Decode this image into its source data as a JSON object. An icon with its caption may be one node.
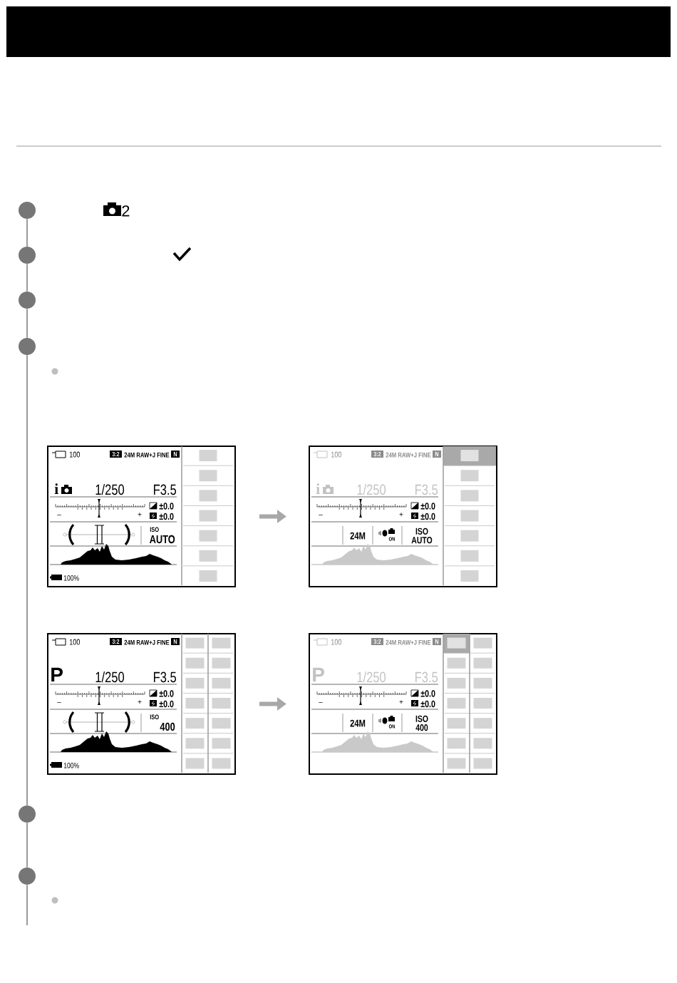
{
  "diagram": {
    "nodes": [
      {
        "text": [],
        "shape": "circle"
      },
      {
        "text": [],
        "shape": "circle"
      },
      {
        "text": [],
        "shape": "circle"
      },
      {
        "text": [],
        "shape": "circle"
      },
      {
        "text": [
          "100",
          "3:2",
          "24M RAW+J FINE",
          "N",
          "i",
          "1/250",
          "F3.5",
          "–",
          "+",
          "±0.0",
          "±0.0",
          "ISO",
          "AUTO",
          "100%"
        ]
      },
      {
        "text": [],
        "shape": "picture",
        "in": 4
      },
      {
        "text": [
          "100",
          "3:2",
          "24M RAW+J FINE",
          "N",
          "i",
          "1/250",
          "F3.5",
          "–",
          "+",
          "±0.0",
          "±0.0",
          "24M",
          "ON",
          "ISO AUTO"
        ]
      },
      {
        "text": [],
        "shape": "picture",
        "in": 6
      },
      {
        "text": [
          "100",
          "3:2",
          "24M RAW+J FINE",
          "N",
          "P",
          "1/250",
          "F3.5",
          "–",
          "+",
          "±0.0",
          "±0.0",
          "ISO",
          "400",
          "100%"
        ]
      },
      {
        "text": [],
        "shape": "picture",
        "in": 8
      },
      {
        "text": [
          "100",
          "3:2",
          "24M RAW+J FINE",
          "N",
          "P",
          "1/250",
          "F3.5",
          "–",
          "+",
          "±0.0",
          "±0.0",
          "24M",
          "ON",
          "ISO 400"
        ]
      },
      {
        "text": [],
        "shape": "picture",
        "in": 10
      },
      {
        "text": [],
        "shape": "circle"
      },
      {
        "text": [],
        "shape": "circle"
      }
    ],
    "edges": [
      {
        "from": 0,
        "to": 1,
        "arrow": "none"
      },
      {
        "from": 1,
        "to": 2,
        "arrow": "none"
      },
      {
        "from": 2,
        "to": 3,
        "arrow": "none"
      },
      {
        "from": 3,
        "to": 12,
        "arrow": "none"
      },
      {
        "from": 12,
        "to": 13,
        "arrow": "none"
      },
      {
        "from": 13,
        "to": null,
        "arrow": "none"
      },
      {
        "from": 4,
        "to": 6,
        "arrow": "to",
        "style": "thick",
        "color": "#a8a8a8"
      },
      {
        "from": 8,
        "to": 10,
        "arrow": "to",
        "style": "thick",
        "color": "#a8a8a8"
      }
    ],
    "labels": [
      "2"
    ]
  }
}
